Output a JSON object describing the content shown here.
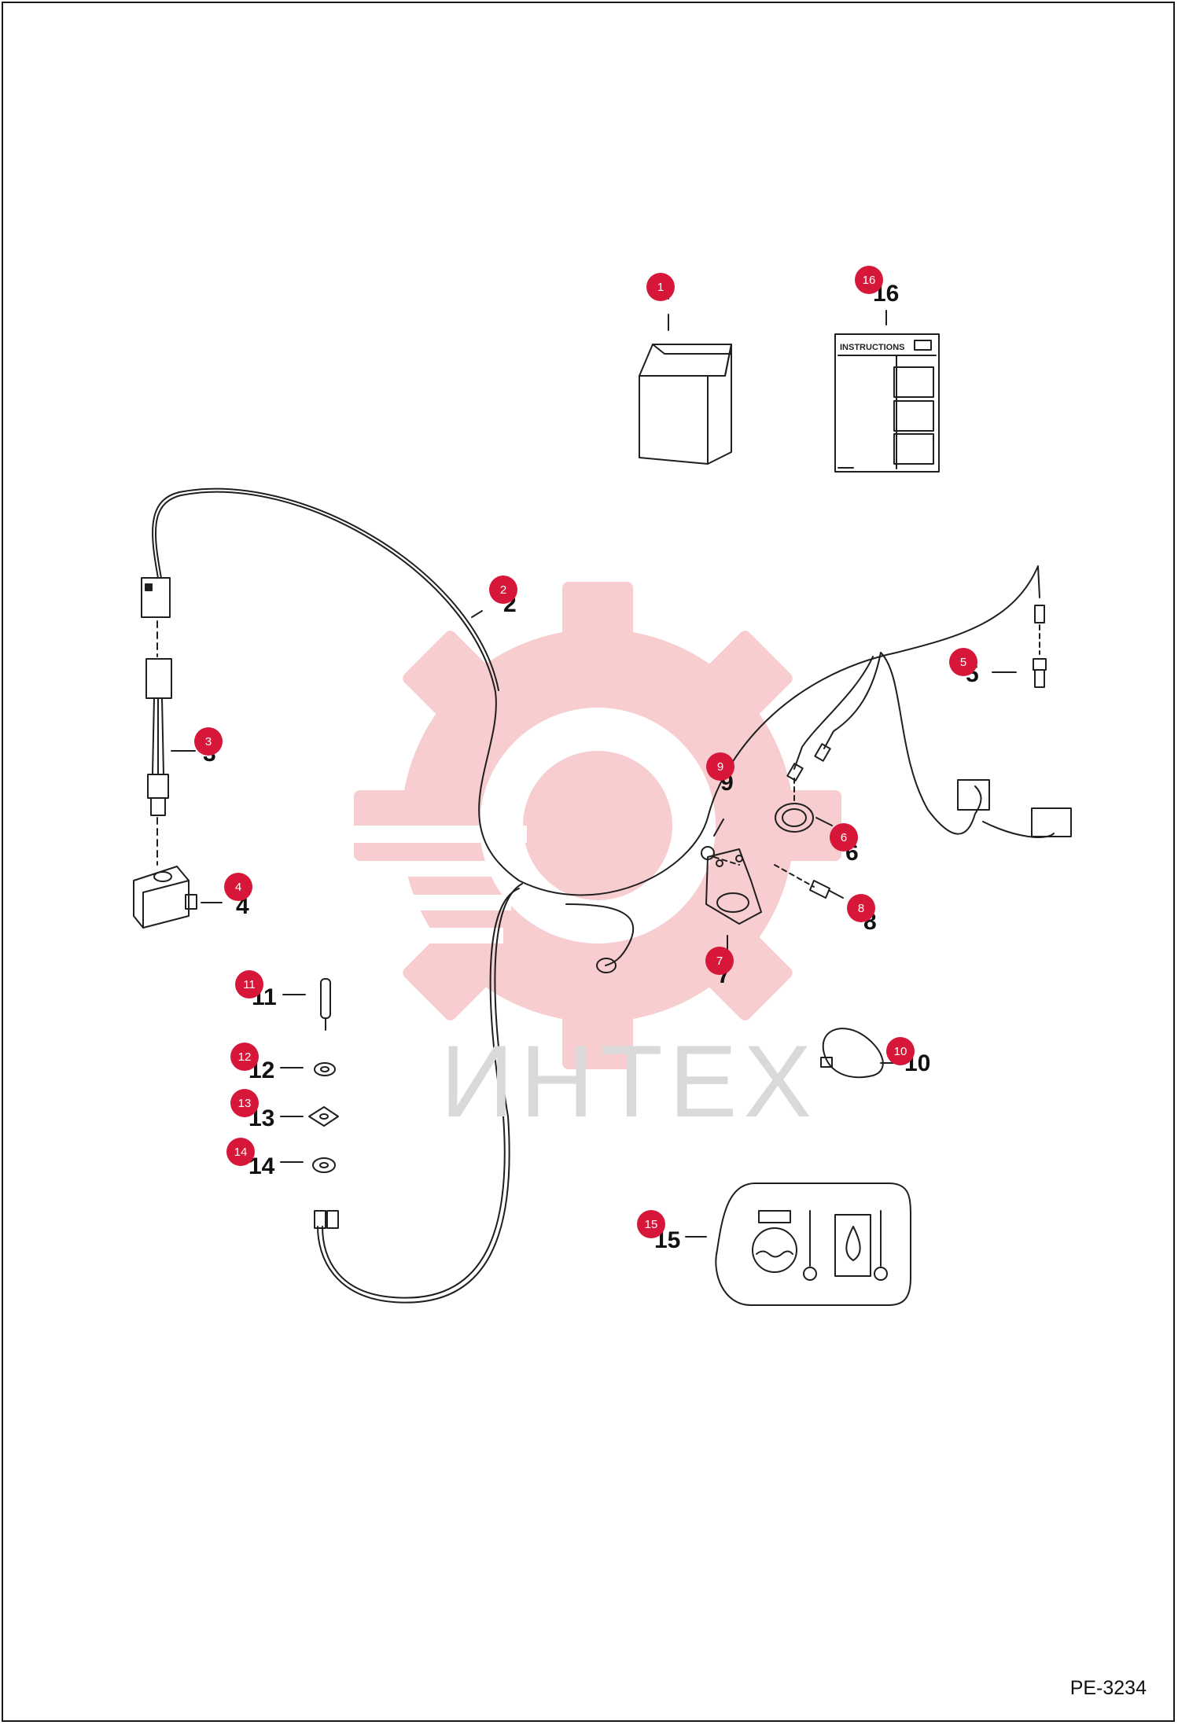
{
  "watermark": {
    "text": "ИНТЕХ",
    "color": "#f4b9bd",
    "text_color": "#d9d9d9"
  },
  "marker_color": "#d7173a",
  "line_color": "#222222",
  "instructions_label": "INSTRUCTIONS",
  "reference_code": "PE-3234",
  "parts": [
    {
      "id": "1",
      "label": ""
    },
    {
      "id": "2",
      "label": "2"
    },
    {
      "id": "3",
      "label": "3"
    },
    {
      "id": "4",
      "label": "4"
    },
    {
      "id": "5",
      "label": "5"
    },
    {
      "id": "6",
      "label": "6"
    },
    {
      "id": "7",
      "label": "7"
    },
    {
      "id": "8",
      "label": "8"
    },
    {
      "id": "9",
      "label": "9"
    },
    {
      "id": "10",
      "label": "10"
    },
    {
      "id": "11",
      "label": "11"
    },
    {
      "id": "12",
      "label": "12"
    },
    {
      "id": "13",
      "label": "13"
    },
    {
      "id": "14",
      "label": "14"
    },
    {
      "id": "15",
      "label": "15"
    },
    {
      "id": "16",
      "label": "16"
    }
  ]
}
